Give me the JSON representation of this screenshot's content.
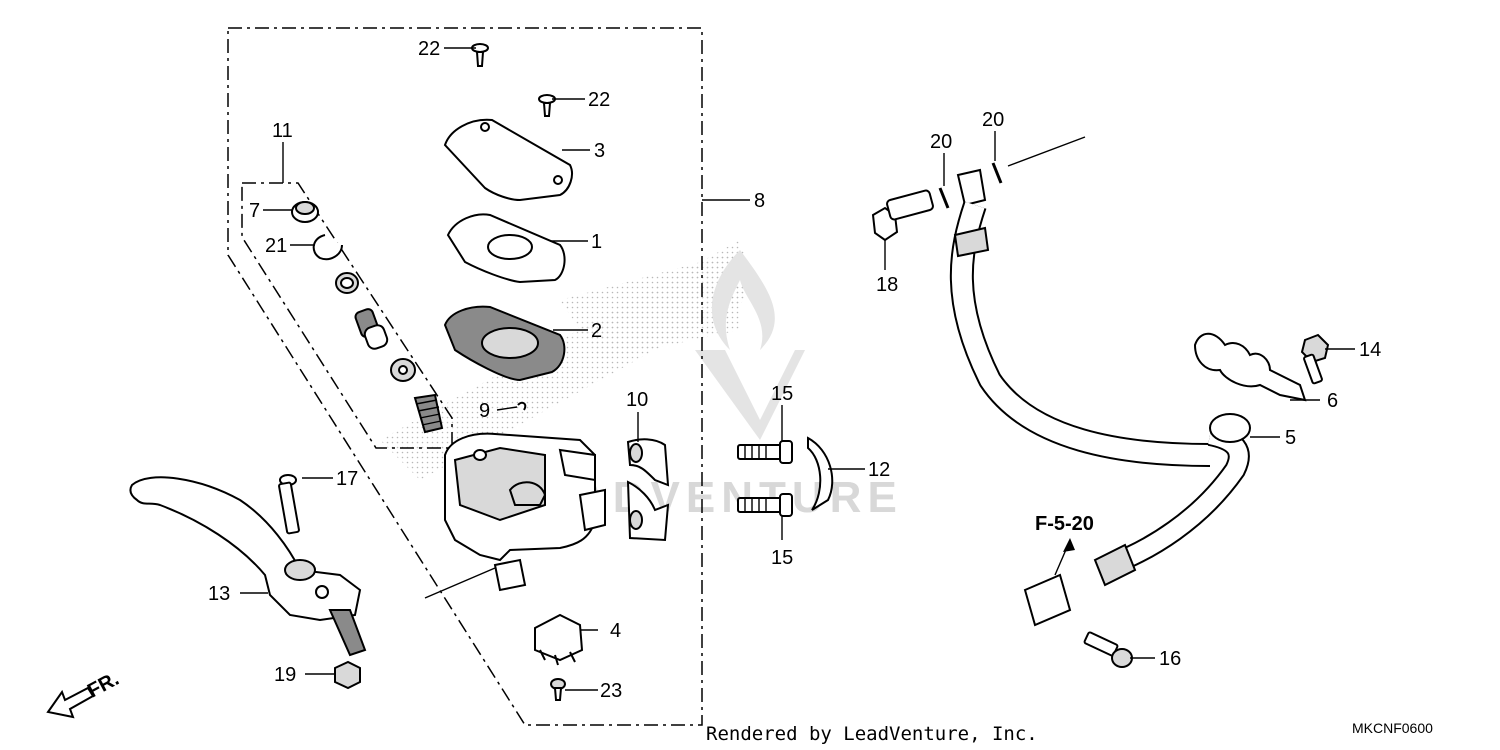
{
  "callouts": {
    "c1": "1",
    "c2": "2",
    "c3": "3",
    "c4": "4",
    "c5": "5",
    "c6": "6",
    "c7": "7",
    "c8": "8",
    "c9": "9",
    "c10": "10",
    "c11": "11",
    "c12": "12",
    "c13": "13",
    "c14": "14",
    "c15a": "15",
    "c15b": "15",
    "c16": "16",
    "c17": "17",
    "c18": "18",
    "c19": "19",
    "c20a": "20",
    "c20b": "20",
    "c21": "21",
    "c22a": "22",
    "c22b": "22",
    "c23": "23"
  },
  "reference": "F-5-20",
  "direction_label": "FR.",
  "credit": "Rendered by LeadVenture, Inc.",
  "diagram_code": "MKCNF0600",
  "watermark": "ADVENTURE"
}
